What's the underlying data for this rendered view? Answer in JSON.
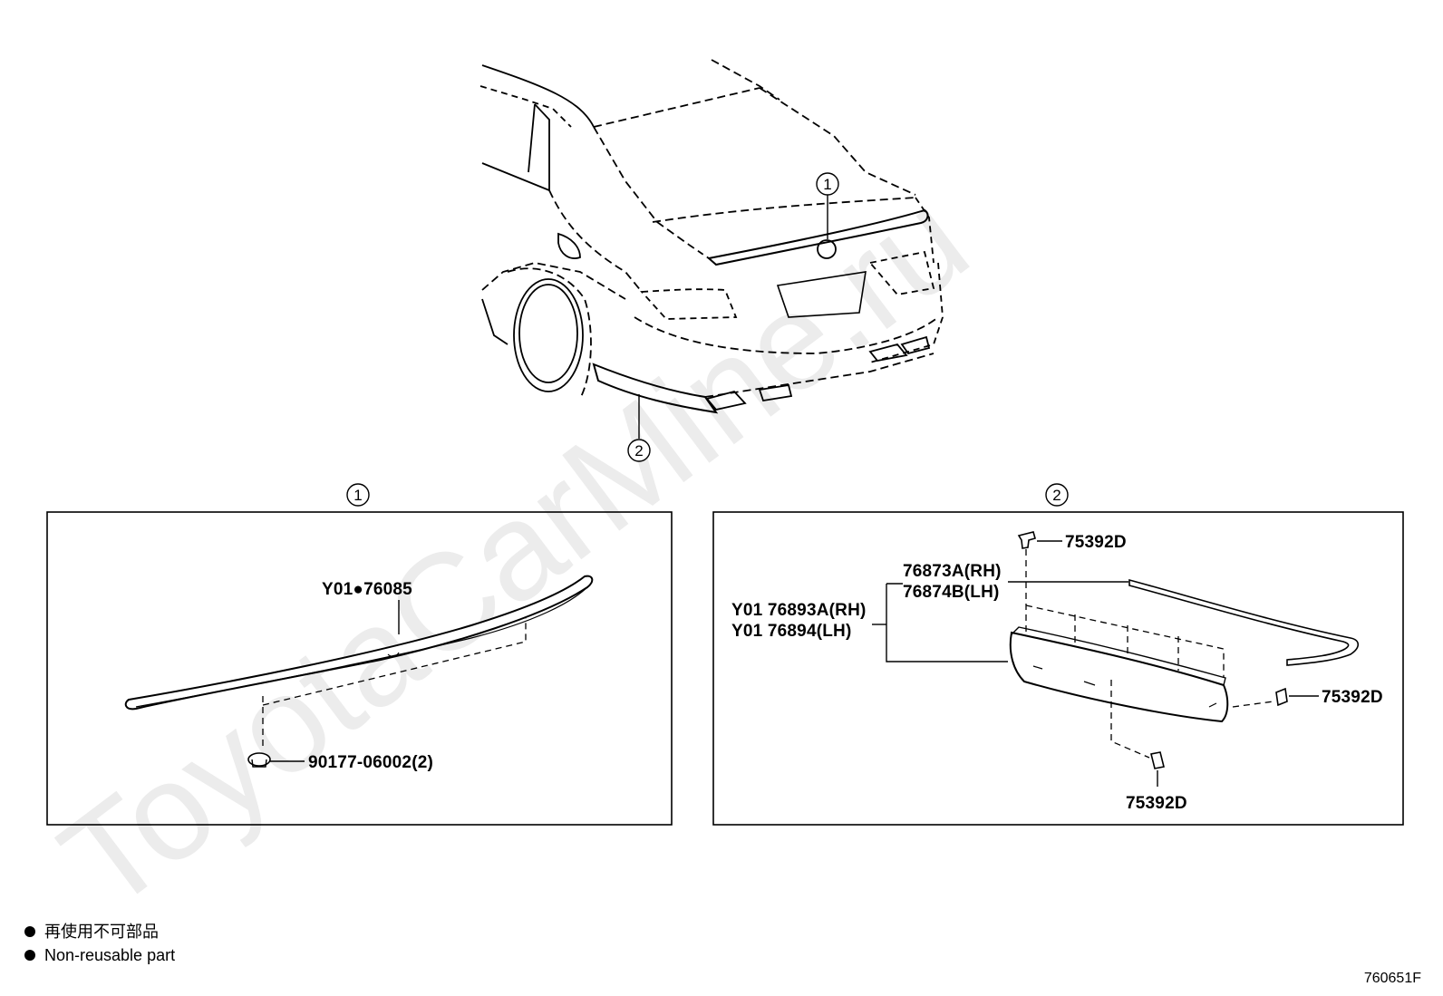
{
  "watermark": "ToyotaCarMine.ru",
  "overview": {
    "callouts": [
      "1",
      "2"
    ]
  },
  "panel1": {
    "title": "1",
    "spoiler_label": "Y01●76085",
    "clip_label": "90177-06002(2)"
  },
  "panel2": {
    "title": "2",
    "clip_top_label": "75392D",
    "moulding_rh": "76873A(RH)",
    "moulding_lh": "76874B(LH)",
    "spoiler_rh": "Y01 76893A(RH)",
    "spoiler_lh": "Y01 76894(LH)",
    "clip_right_label": "75392D",
    "clip_bottom_label": "75392D"
  },
  "legend": {
    "line_jp": "再使用不可部品",
    "line_en": "Non-reusable part"
  },
  "figure_number": "760651F"
}
